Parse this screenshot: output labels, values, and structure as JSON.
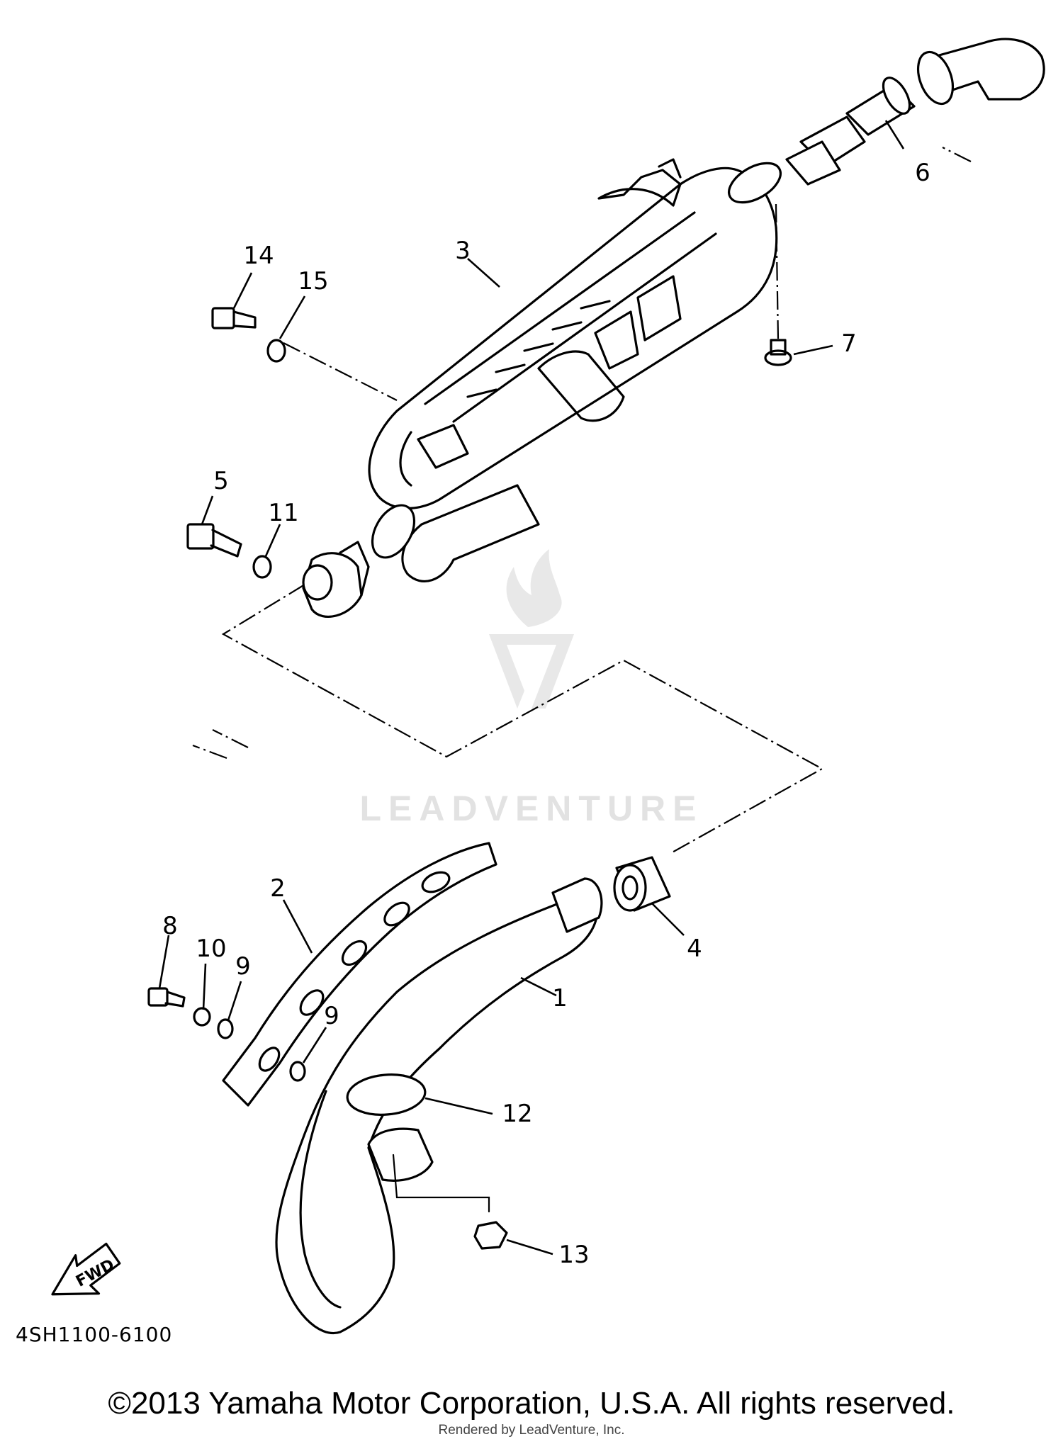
{
  "diagram": {
    "callouts": {
      "c1": "1",
      "c2": "2",
      "c3": "3",
      "c4": "4",
      "c5": "5",
      "c6": "6",
      "c7": "7",
      "c8": "8",
      "c9a": "9",
      "c9b": "9",
      "c10": "10",
      "c11": "11",
      "c12": "12",
      "c13": "13",
      "c14": "14",
      "c15": "15"
    },
    "fwd_label": "FWD",
    "diagram_code": "4SH1100-6100",
    "watermark_text": "LEADVENTURE",
    "colors": {
      "line": "#000000",
      "background": "#ffffff",
      "watermark": "#e2e2e2"
    }
  },
  "footer": {
    "copyright": "©2013 Yamaha Motor Corporation, U.S.A. All rights reserved.",
    "rendered_by": "Rendered by LeadVenture, Inc."
  }
}
